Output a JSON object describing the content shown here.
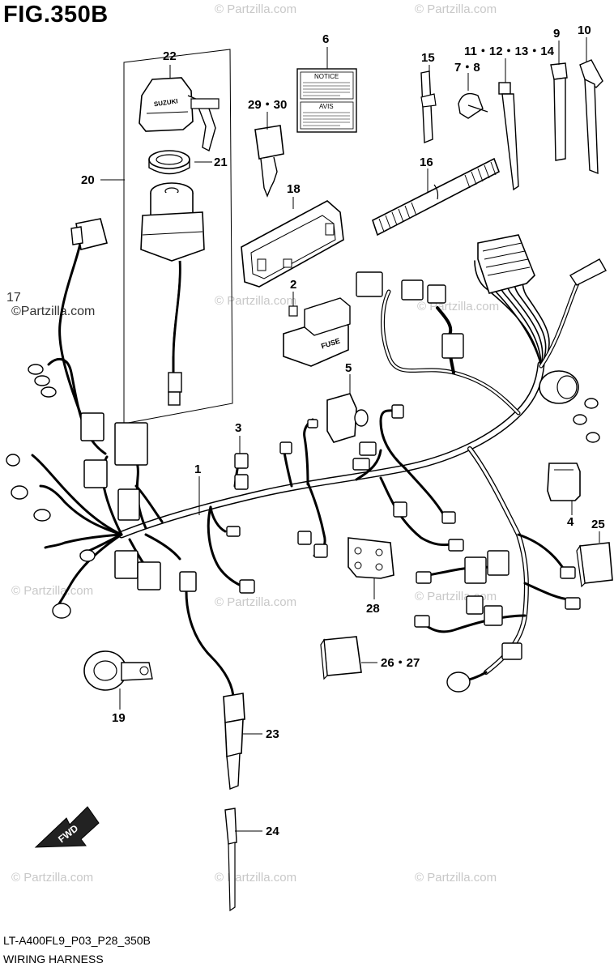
{
  "figure": {
    "title": "FIG.350B",
    "code": "LT-A400FL9_P03_P28_350B",
    "name": "WIRING HARNESS"
  },
  "watermark": {
    "text": "© Partzilla.com",
    "dark_text": "©Partzilla.com",
    "dark_prefix": "17"
  },
  "callouts": {
    "c1": "1",
    "c2": "2",
    "c3": "3",
    "c4": "4",
    "c5": "5",
    "c6": "6",
    "c7_8": "7・8",
    "c9": "9",
    "c10": "10",
    "c11_14": "11・12・13・14",
    "c15": "15",
    "c16": "16",
    "c18": "18",
    "c19": "19",
    "c20": "20",
    "c21": "21",
    "c22": "22",
    "c23": "23",
    "c24": "24",
    "c25": "25",
    "c26_27": "26・27",
    "c28": "28",
    "c29_30": "29・30"
  },
  "labels": {
    "notice": "NOTICE",
    "avis": "AVIS",
    "fuse": "FUSE",
    "suzuki": "SUZUKI",
    "fwd": "FWD"
  }
}
